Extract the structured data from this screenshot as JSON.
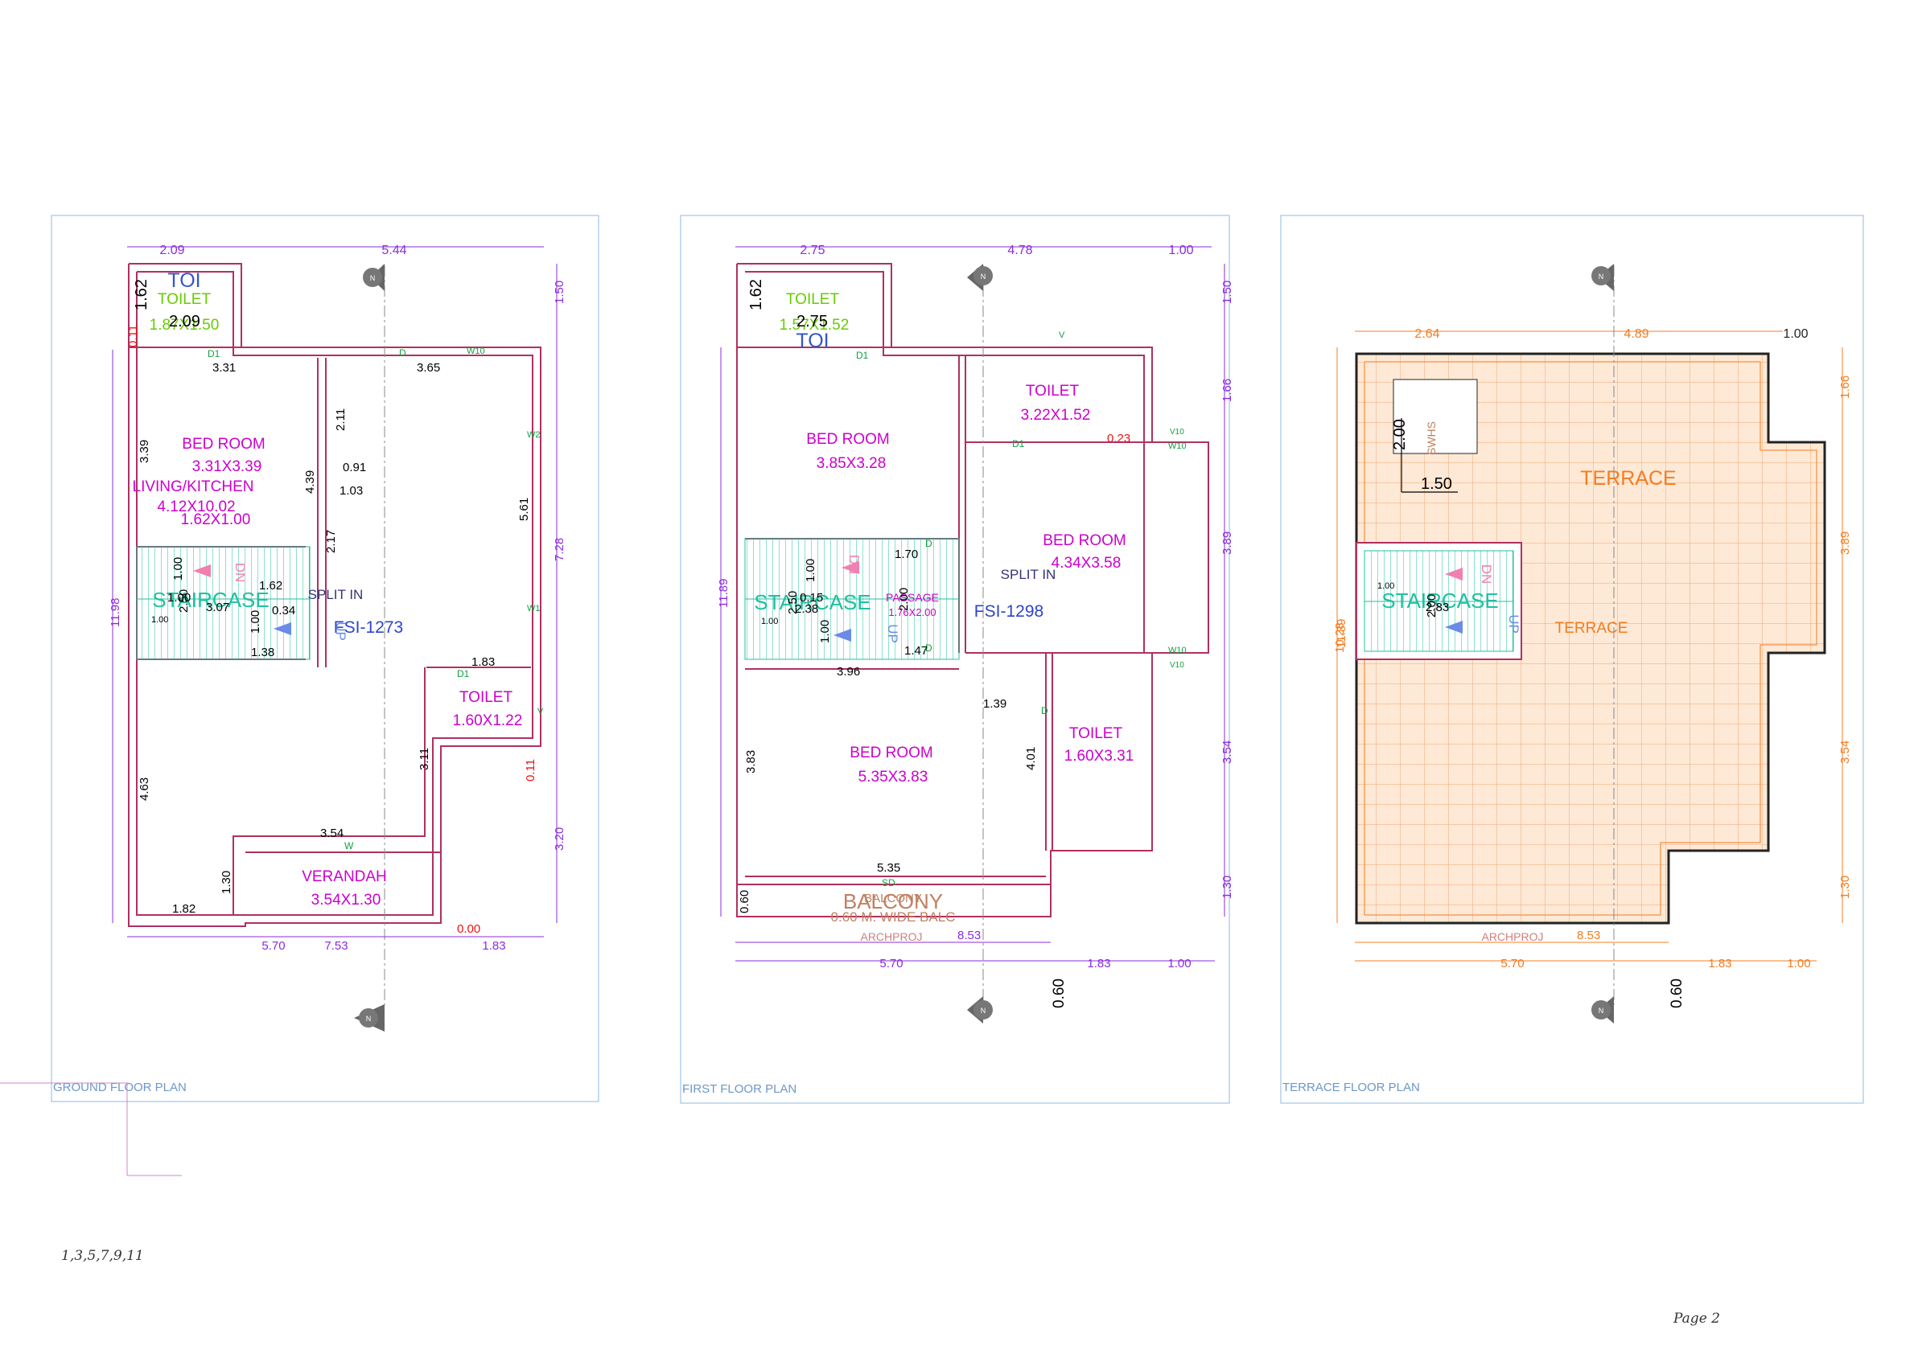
{
  "sheet": {
    "page_label": "Page 2",
    "footnote": "1,3,5,7,9,11"
  },
  "ground_floor": {
    "title": "GROUND FLOOR PLAN",
    "north": "N",
    "rooms": {
      "toilet_top": "TOILET",
      "toilet_top_abbr": "TOI",
      "toilet_top_dim": "1.87X1.50",
      "bed_room": "BED ROOM",
      "bed_room_dim": "3.31X3.39",
      "living_kitchen": "LIVING/KITCHEN",
      "living_kitchen_dim": "4.12X10.02",
      "living_sub_dim": "1.62X1.00",
      "staircase": "STAIRCASE",
      "split_in": "SPLIT IN",
      "fsi": "FSI-1273",
      "toilet_right": "TOILET",
      "toilet_right_dim": "1.60X1.22",
      "verandah": "VERANDAH",
      "verandah_dim": "3.54X1.30",
      "dn": "DN",
      "up": "UP"
    },
    "dims": {
      "top_a": "2.09",
      "top_b": "5.44",
      "r1": "1.50",
      "r2": "7.28",
      "r3": "3.20",
      "left_total": "11.98",
      "d3_31": "3.31",
      "d3_65": "3.65",
      "d3_39": "3.39",
      "d2_11": "2.11",
      "d0_91": "0.91",
      "d1_03": "1.03",
      "d4_39": "4.39",
      "d5_61": "5.61",
      "d2_17": "2.17",
      "d1_62a": "1.62",
      "d1_62b": "1.62",
      "d2_09": "2.09",
      "d0_11a": "0.11",
      "d0_11b": "0.11",
      "d1_00a": "1.00",
      "d1_00b": "1.00",
      "d1_00c": "1.00",
      "d1_00d": "1.00",
      "d2_50": "2.50",
      "d3_07": "3.07",
      "d0_34": "0.34",
      "d1_38": "1.38",
      "d1_83a": "1.83",
      "d3_11": "3.11",
      "d4_63": "4.63",
      "d3_54": "3.54",
      "d1_30": "1.30",
      "d1_82": "1.82",
      "d0_00": "0.00",
      "bot_a": "5.70",
      "bot_b": "7.53",
      "bot_c": "1.83"
    },
    "tags": {
      "d1": "D1",
      "d": "D",
      "w10": "W10",
      "w2": "W2",
      "w1": "W1",
      "v": "V",
      "w": "W",
      "d1b": "D1"
    }
  },
  "first_floor": {
    "title": "FIRST FLOOR PLAN",
    "north": "N",
    "rooms": {
      "toilet_top": "TOILET",
      "toilet_top_abbr": "TOI",
      "toilet_top_dim": "1.57X1.52",
      "bed1": "BED ROOM",
      "bed1_dim": "3.85X3.28",
      "toilet_mid": "TOILET",
      "toilet_mid_dim": "3.22X1.52",
      "bed2": "BED ROOM",
      "bed2_dim": "4.34X3.58",
      "staircase": "STAIRCASE",
      "passage": "PASSAGE",
      "passage_dim": "1.76X2.00",
      "split_in": "SPLIT IN",
      "fsi": "FSI-1298",
      "bed3": "BED ROOM",
      "bed3_dim": "5.35X3.83",
      "toilet_low": "TOILET",
      "toilet_low_dim": "1.60X3.31",
      "balcony": "BALCONY",
      "balcony_small": "BALCONY",
      "balcony_note": "0.60 M. WIDE BALC",
      "archproj": "ARCHPROJ",
      "dn": "DN",
      "up": "UP"
    },
    "dims": {
      "top_a": "2.75",
      "top_b": "4.78",
      "top_c": "1.00",
      "r1": "1.50",
      "r2": "1.66",
      "r3": "3.89",
      "r4": "3.54",
      "r5": "1.30",
      "left_total": "11.89",
      "d1_62": "1.62",
      "d2_75": "2.75",
      "d0_23": "0.23",
      "d1_70": "1.70",
      "d2_00": "2.00",
      "d1_47": "1.47",
      "d1_00a": "1.00",
      "d1_00b": "1.00",
      "d1_00c": "1.00",
      "d2_38": "2.38",
      "d0_15": "0.15",
      "d2_50": "2.50",
      "d3_96": "3.96",
      "d1_39": "1.39",
      "d3_83": "3.83",
      "d4_01": "4.01",
      "d5_35": "5.35",
      "d0_60": "0.60",
      "d8_53": "8.53",
      "bot_a": "5.70",
      "bot_b": "1.83",
      "bot_c": "1.00",
      "side_060": "0.60"
    },
    "tags": {
      "d1": "D1",
      "d1b": "D1",
      "d": "D",
      "d2": "D",
      "w10a": "W10",
      "w10b": "W10",
      "v10a": "V10",
      "v10b": "V10",
      "v": "V",
      "sd": "SD",
      "d3": "D"
    }
  },
  "terrace_floor": {
    "title": "TERRACE FLOOR PLAN",
    "north": "N",
    "rooms": {
      "terrace_main": "TERRACE",
      "terrace_small": "TERRACE",
      "staircase": "STAIRCASE",
      "swhs": "SWHS",
      "archproj": "ARCHPROJ",
      "dn": "DN",
      "up": "UP"
    },
    "dims": {
      "top_a": "2.64",
      "top_b": "4.89",
      "top_c": "1.00",
      "r1": "1.66",
      "r2": "3.89",
      "r3": "3.54",
      "r4": "1.30",
      "left_total": "10.28",
      "left_total_b": "11.89",
      "d2_00": "2.00",
      "d1_50": "1.50",
      "d1_00": "1.00",
      "d2_00b": "2.00",
      "d2_83": "2.83",
      "d8_53": "8.53",
      "bot_a": "5.70",
      "bot_b": "1.83",
      "bot_c": "1.00",
      "side_060": "0.60"
    }
  },
  "colors": {
    "dim": "#8a2be2",
    "room": "#cc00cc",
    "wall": "#b03060",
    "terrace": "#f47c20",
    "stair": "#20c0a0",
    "door": "#10a040",
    "frame": "#9fc5e8",
    "red": "#ee1111"
  }
}
